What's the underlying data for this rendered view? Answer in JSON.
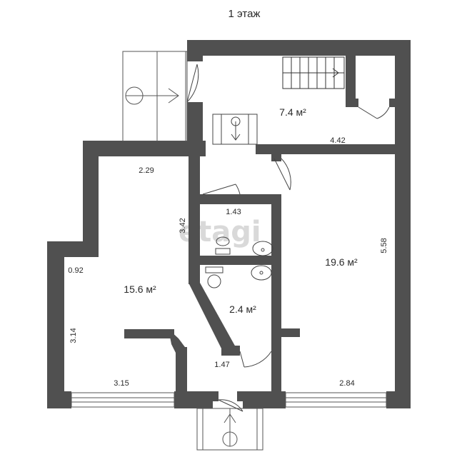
{
  "floor_title": "1 этаж",
  "watermark": "etagi",
  "rooms": [
    {
      "id": "hall-top",
      "area": "7.4 м²"
    },
    {
      "id": "room-right",
      "area": "19.6 м²"
    },
    {
      "id": "room-left",
      "area": "15.6 м²"
    },
    {
      "id": "bathroom",
      "area": "2.4 м²"
    }
  ],
  "dimensions": [
    "4.42",
    "2.29",
    "1.43",
    "3.42",
    "5.58",
    "0.92",
    "3.14",
    "3.15",
    "1.47",
    "2.84"
  ],
  "colors": {
    "wall": "#505050",
    "line": "#333333",
    "background": "#ffffff"
  }
}
